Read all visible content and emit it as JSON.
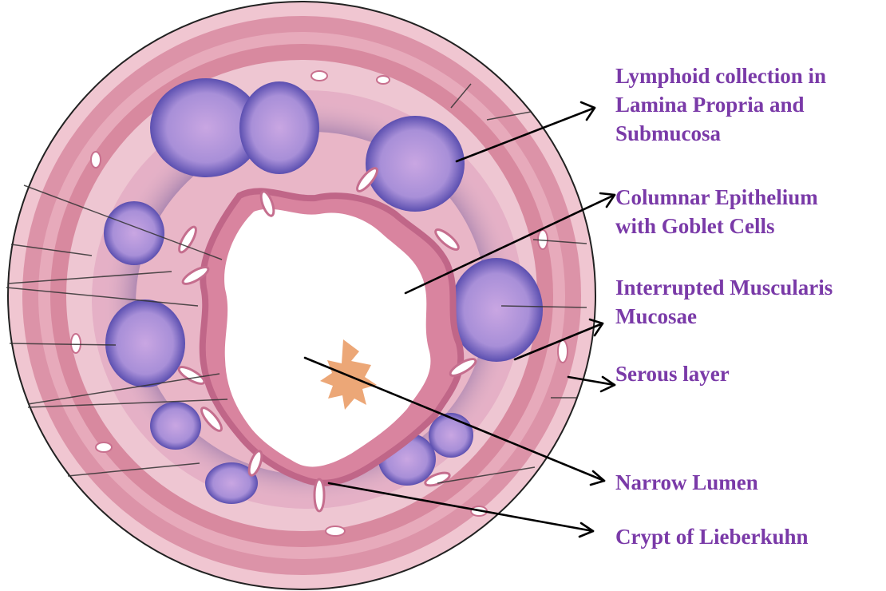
{
  "colors": {
    "label_text": "#7a3aa8",
    "tissue_outer": "#e9b3c2",
    "tissue_muscle": "#d98aa0",
    "tissue_mucosa": "#ecc0cc",
    "lymphoid": "#9b8fd6",
    "lymphoid_edge": "#5b4fb0",
    "dark_band": "#5d4c93",
    "lumen": "#ffffff",
    "arrow": "#000000"
  },
  "labels": {
    "lymphoid": [
      "Lymphoid collection in",
      "Lamina Propria and",
      "Submucosa"
    ],
    "columnar": [
      "Columnar Epithelium",
      "with Goblet Cells"
    ],
    "muscularis": [
      "Interrupted Muscularis",
      "Mucosae"
    ],
    "serous": [
      "Serous layer"
    ],
    "lumen": [
      "Narrow Lumen"
    ],
    "crypt": [
      "Crypt of Lieberkuhn"
    ]
  }
}
